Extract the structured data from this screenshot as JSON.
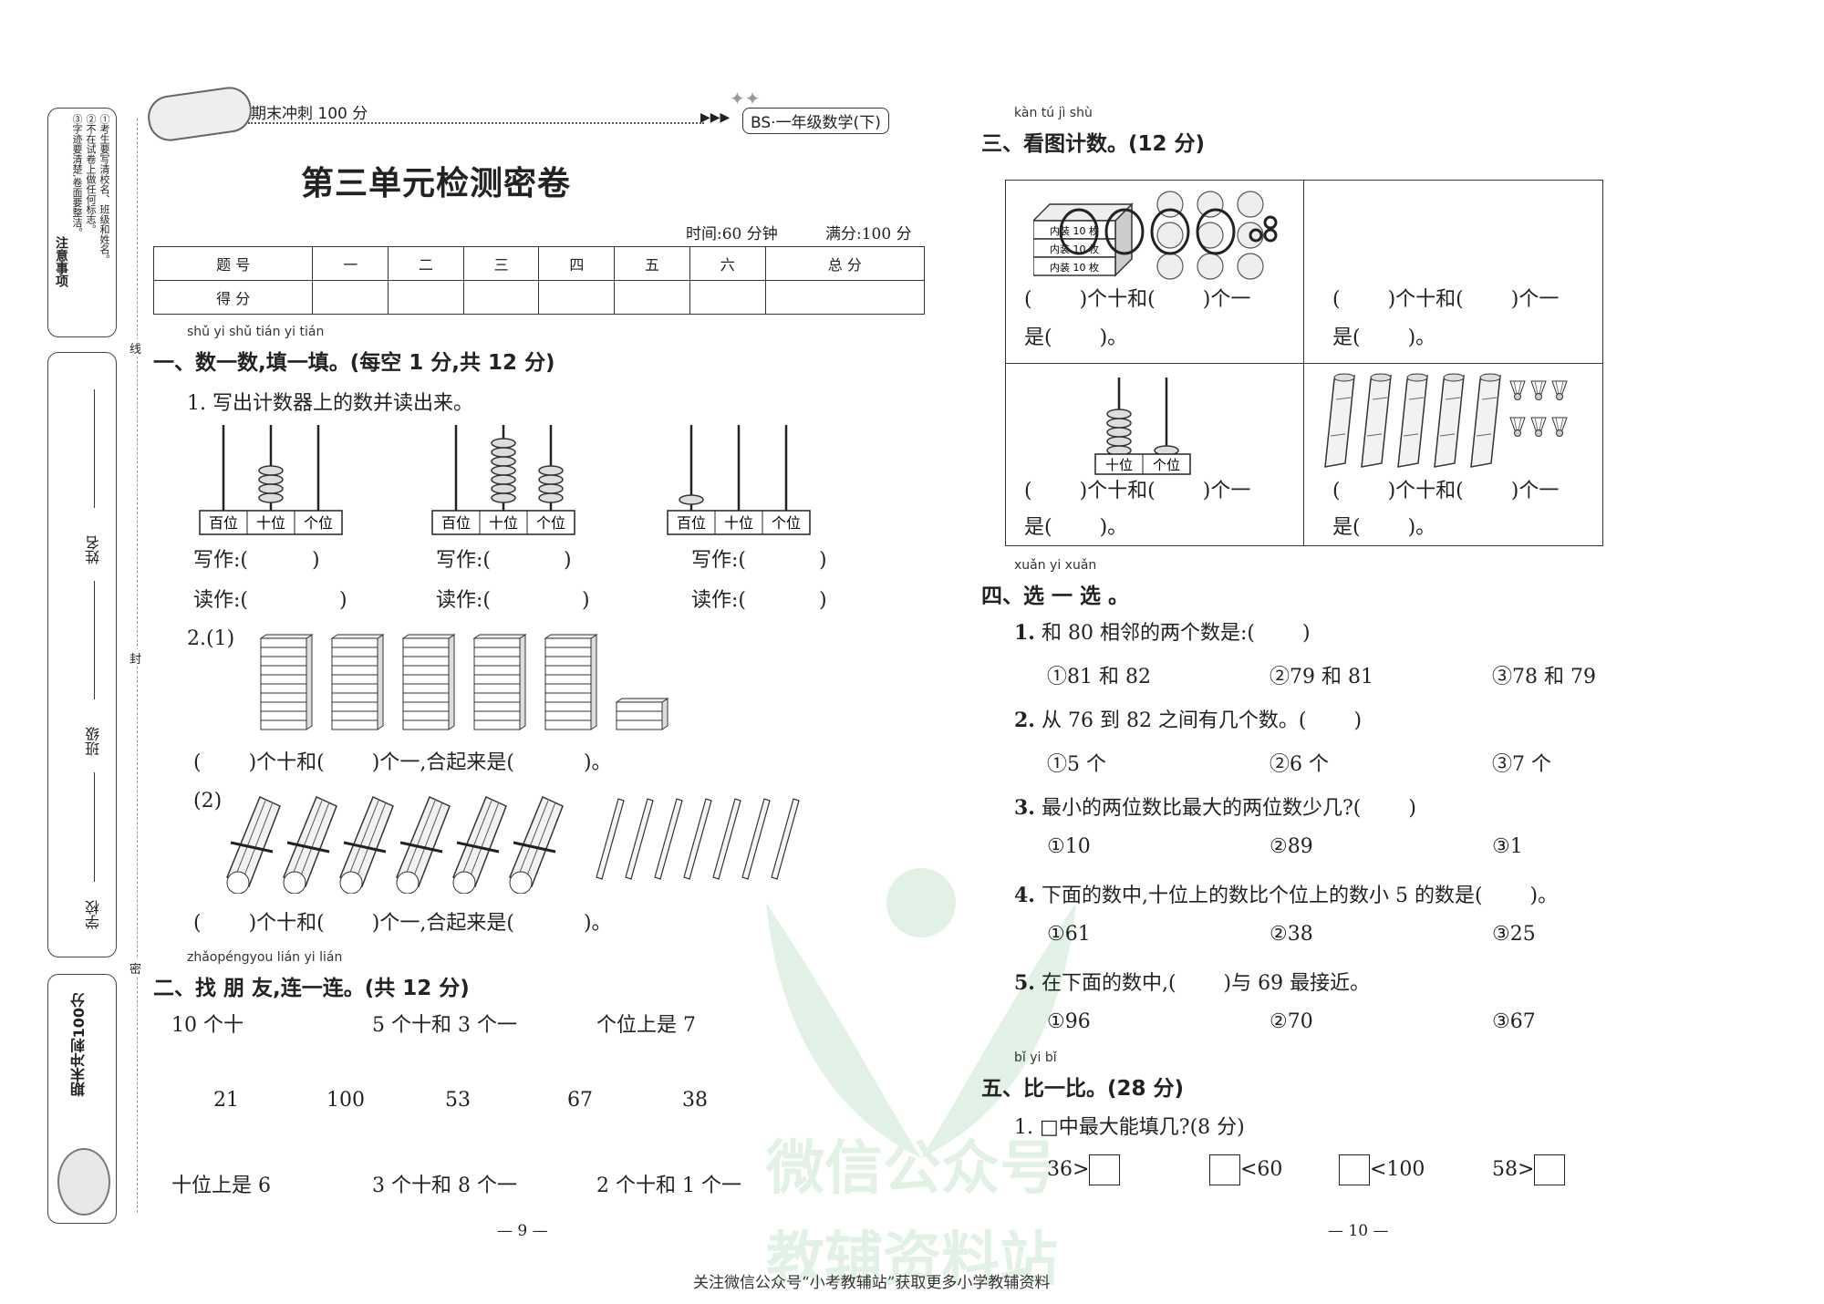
{
  "sidebar": {
    "notice_title": "注意事项",
    "notices": [
      "①考生要写清校名、班级和姓名。",
      "②不在试卷上做任何标志。",
      "③字迹要清楚,卷面要整洁。"
    ],
    "name_label": "姓名",
    "class_label": "班级",
    "school_label": "学校",
    "seal_chars": [
      "线",
      "封",
      "密"
    ],
    "brand_text": "期末冲刺100分"
  },
  "header": {
    "brand_label": "期末冲刺 100 分",
    "book_tag": "BS·一年级数学(下)"
  },
  "exam": {
    "title": "第三单元检测密卷",
    "time": "时间:60 分钟",
    "full_score": "满分:100 分",
    "score_table": {
      "header": [
        "题 号",
        "一",
        "二",
        "三",
        "四",
        "五",
        "六",
        "总 分"
      ],
      "row2_label": "得 分"
    }
  },
  "section1": {
    "pinyin": "shǔ yi shǔ   tián yi tián",
    "title": "一、数一数,填一填。(每空 1 分,共 12 分)",
    "q1": "1. 写出计数器上的数并读出来。",
    "place_labels": [
      "百位",
      "十位",
      "个位"
    ],
    "write_label": "写作:(",
    "read_label": "读作:(",
    "close_paren": ")",
    "q2_label": "2.(1)",
    "q2_2_label": "(2)",
    "fill_sentence_a": "(",
    "fill_sentence_b": ")个十和(",
    "fill_sentence_c": ")个一,合起来是(",
    "fill_sentence_d": ")。"
  },
  "section2": {
    "pinyin": "zhǎopéngyou   lián yi lián",
    "title": "二、找 朋 友,连一连。(共 12 分)",
    "top": [
      "10 个十",
      "5 个十和 3 个一",
      "个位上是 7"
    ],
    "middle": [
      "21",
      "100",
      "53",
      "67",
      "38"
    ],
    "bottom": [
      "十位上是 6",
      "3 个十和 8 个一",
      "2 个十和 1 个一"
    ]
  },
  "section3": {
    "pinyin": "kàn tú   jì shù",
    "title": "三、看图计数。(12 分)",
    "box_label": "内装 10 枚",
    "place_labels": [
      "十位",
      "个位"
    ],
    "line1_a": "(",
    "line1_b": ")个十和(",
    "line1_c": ")个一",
    "line2_a": "是(",
    "line2_b": ")。"
  },
  "section4": {
    "pinyin": "xuǎn yi xuǎn",
    "title": "四、选 一 选 。",
    "questions": [
      {
        "num": "1.",
        "text": "和 80 相邻的两个数是:(",
        "end": ")",
        "opts": [
          "①81 和 82",
          "②79 和 81",
          "③78 和 79"
        ]
      },
      {
        "num": "2.",
        "text": "从 76 到 82 之间有几个数。(",
        "end": ")",
        "opts": [
          "①5 个",
          "②6 个",
          "③7 个"
        ]
      },
      {
        "num": "3.",
        "text": "最小的两位数比最大的两位数少几?(",
        "end": ")",
        "opts": [
          "①10",
          "②89",
          "③1"
        ]
      },
      {
        "num": "4.",
        "text": "下面的数中,十位上的数比个位上的数小 5 的数是(",
        "end": ")。",
        "opts": [
          "①61",
          "②38",
          "③25"
        ]
      },
      {
        "num": "5.",
        "text": "在下面的数中,(",
        "end": ")与 69 最接近。",
        "opts": [
          "①96",
          "②70",
          "③67"
        ]
      }
    ]
  },
  "section5": {
    "pinyin": "bǐ yi bǐ",
    "title": "五、比一比。(28 分)",
    "q1": "1. □中最大能填几?(8 分)",
    "items": [
      {
        "before": "36>",
        "after": ""
      },
      {
        "before": "",
        "after": "<60"
      },
      {
        "before": "",
        "after": "<100"
      },
      {
        "before": "58>",
        "after": ""
      }
    ]
  },
  "footer": {
    "page_left": "— 9 —",
    "page_right": "— 10 —",
    "note": "关注微信公众号“小考教辅站”获取更多小学教辅资料",
    "watermark_line1": "微信公众号",
    "watermark_line2": "教辅资料站"
  }
}
